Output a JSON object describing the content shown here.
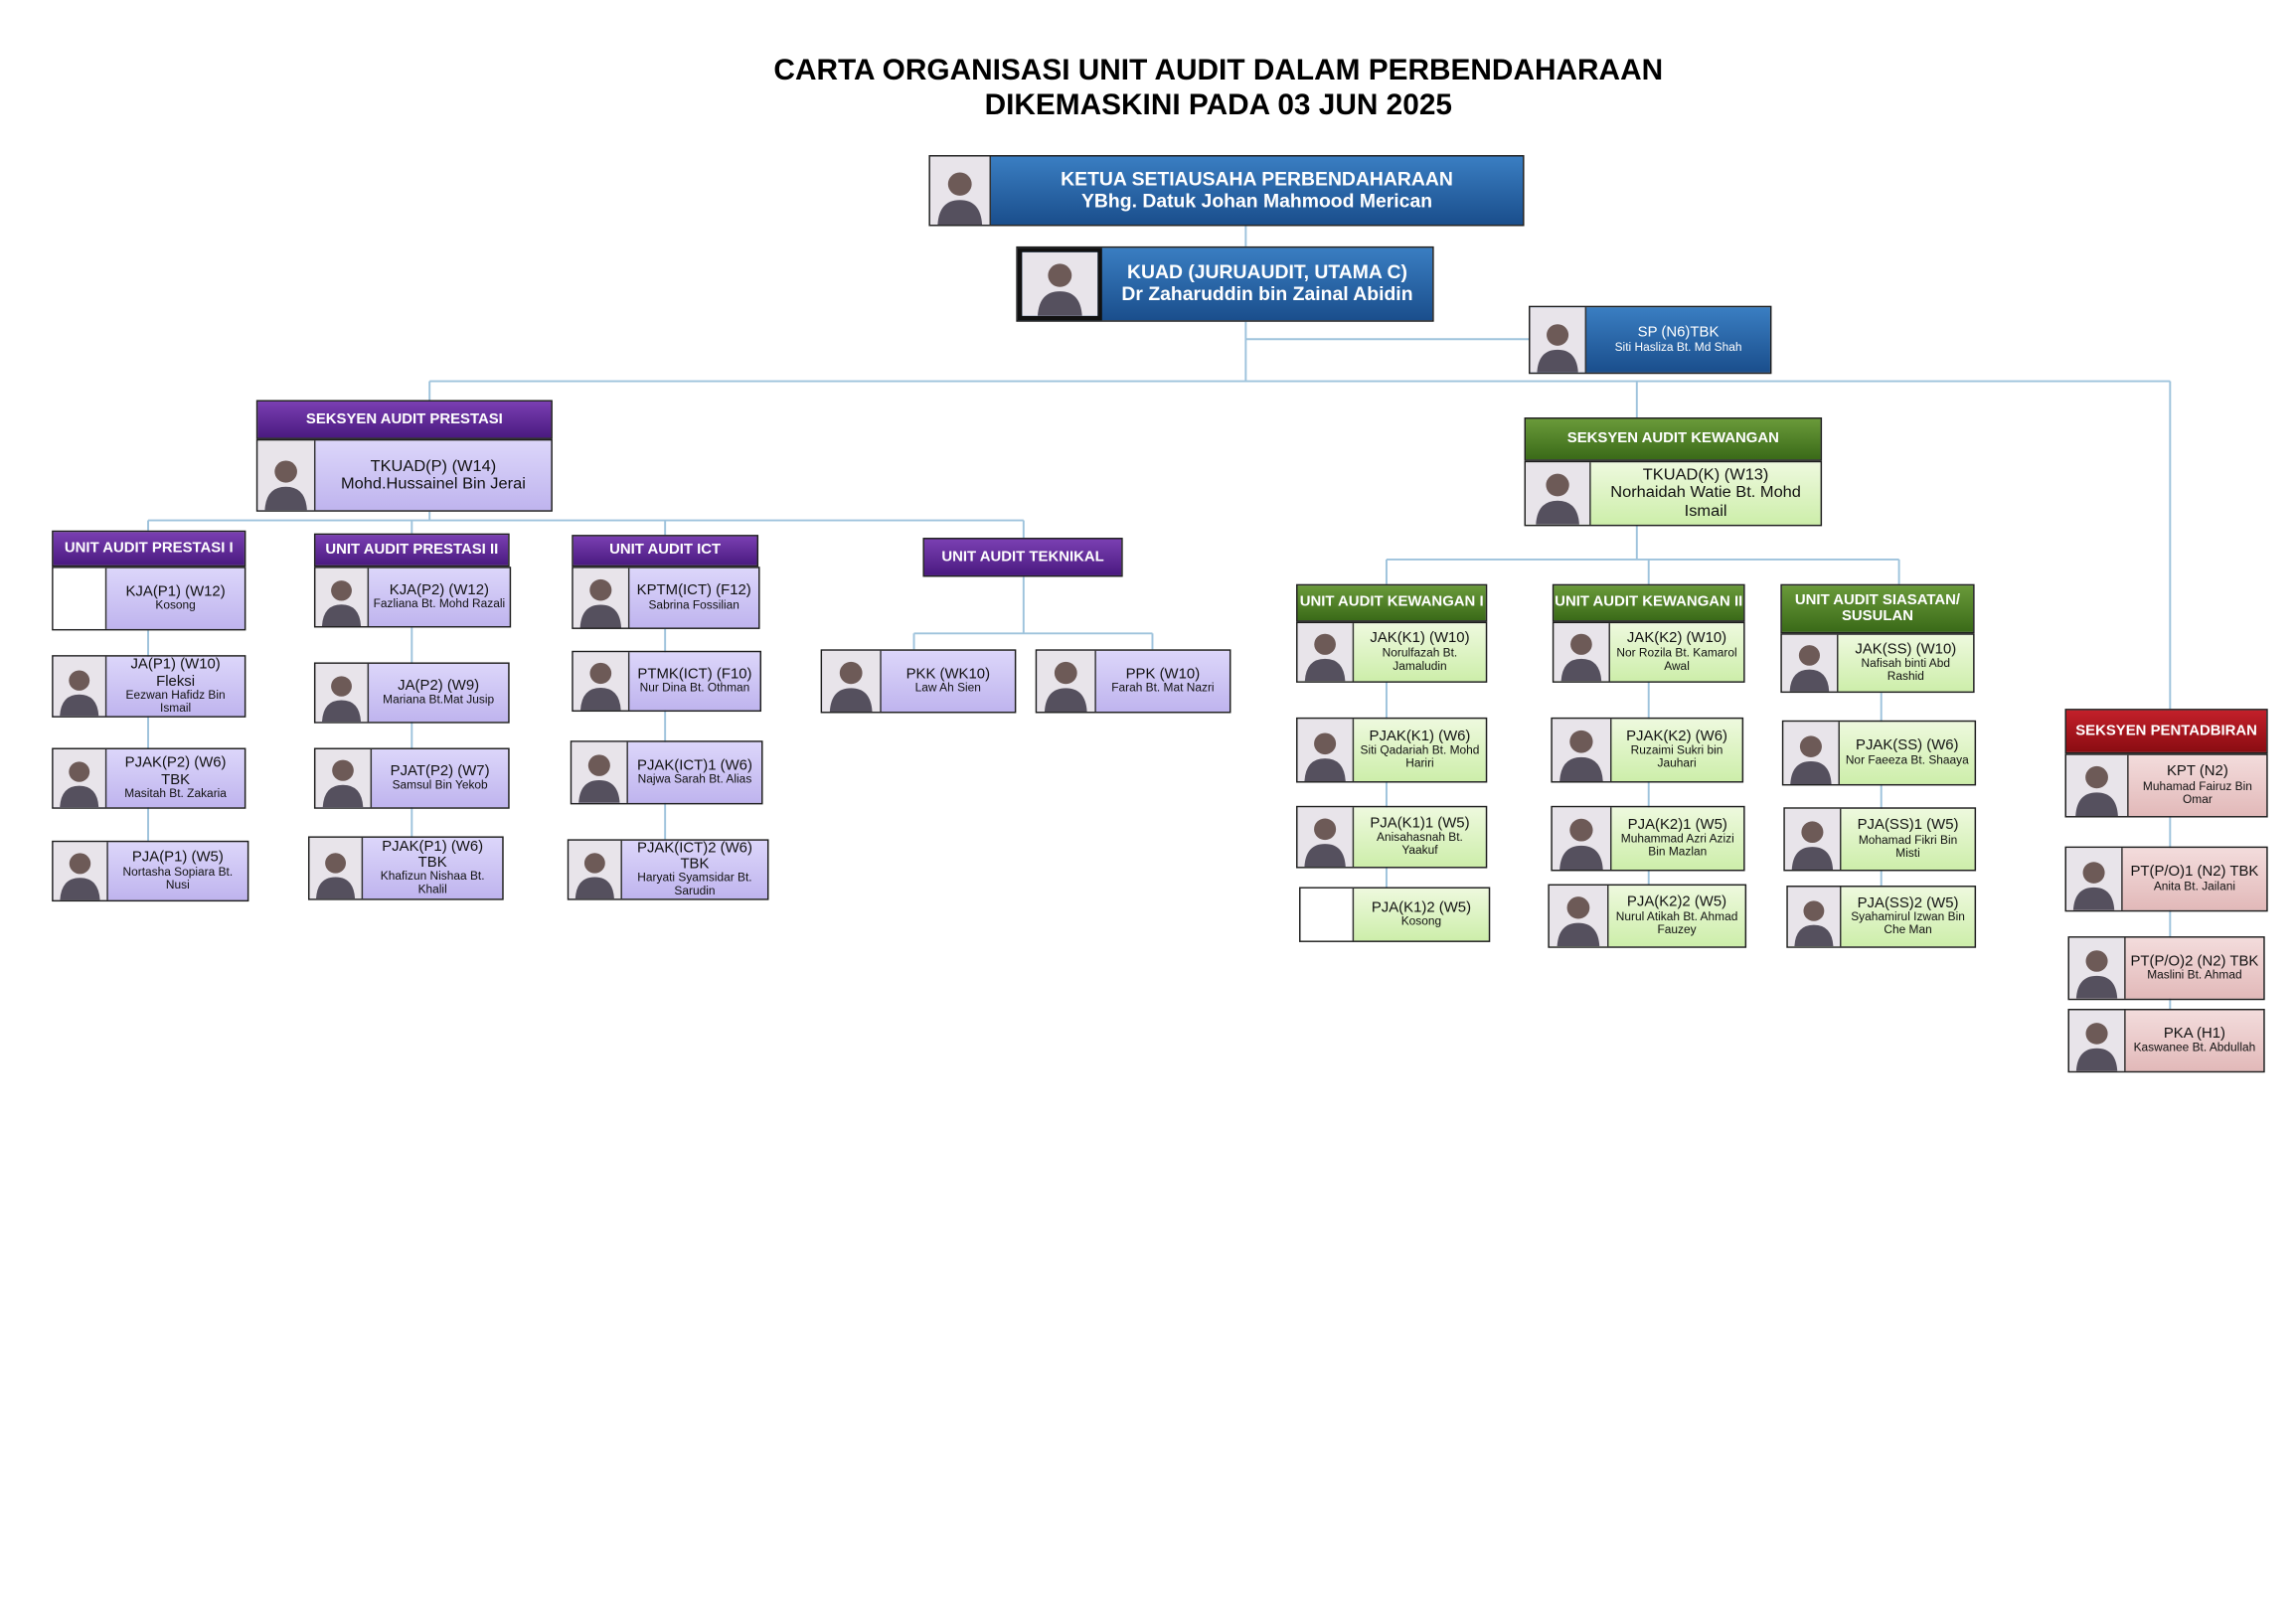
{
  "title": {
    "line1": "CARTA ORGANISASI UNIT AUDIT DALAM PERBENDAHARAAN",
    "line2": "DIKEMASKINI PADA 03 JUN  2025"
  },
  "top": {
    "ksp": {
      "role": "KETUA SETIAUSAHA PERBENDAHARAAN",
      "name": "YBhg. Datuk Johan Mahmood Merican"
    },
    "kuad": {
      "role": "KUAD (JURUAUDIT, UTAMA C)",
      "name": "Dr Zaharuddin bin Zainal Abidin"
    },
    "sp": {
      "role": "SP (N6)TBK",
      "name": "Siti Hasliza Bt. Md Shah"
    }
  },
  "prestasi": {
    "header": "SEKSYEN AUDIT PRESTASI",
    "head": {
      "role": "TKUAD(P) (W14)",
      "name": "Mohd.Hussainel Bin Jerai"
    },
    "units": [
      {
        "header": "UNIT AUDIT PRESTASI I",
        "people": [
          {
            "role": "KJA(P1) (W12)",
            "name": "Kosong"
          },
          {
            "role": "JA(P1) (W10) Fleksi",
            "name": "Eezwan Hafidz Bin Ismail"
          },
          {
            "role": "PJAK(P2) (W6) TBK",
            "name": "Masitah Bt. Zakaria"
          },
          {
            "role": "PJA(P1) (W5)",
            "name": "Nortasha Sopiara Bt. Nusi"
          }
        ]
      },
      {
        "header": "UNIT AUDIT PRESTASI II",
        "people": [
          {
            "role": "KJA(P2) (W12)",
            "name": "Fazliana Bt. Mohd Razali"
          },
          {
            "role": "JA(P2) (W9)",
            "name": "Mariana Bt.Mat Jusip"
          },
          {
            "role": "PJAT(P2) (W7)",
            "name": "Samsul Bin Yekob"
          },
          {
            "role": "PJAK(P1) (W6) TBK",
            "name": "Khafizun Nishaa Bt. Khalil"
          }
        ]
      },
      {
        "header": "UNIT AUDIT ICT",
        "people": [
          {
            "role": "KPTM(ICT) (F12)",
            "name": "Sabrina Fossilian"
          },
          {
            "role": "PTMK(ICT) (F10)",
            "name": "Nur Dina Bt. Othman"
          },
          {
            "role": "PJAK(ICT)1 (W6)",
            "name": "Najwa Sarah Bt. Alias"
          },
          {
            "role": "PJAK(ICT)2  (W6) TBK",
            "name": "Haryati Syamsidar Bt. Sarudin"
          }
        ]
      },
      {
        "header": "UNIT AUDIT TEKNIKAL",
        "people": [
          {
            "role": "PKK (WK10)",
            "name": "Law Ah Sien"
          },
          {
            "role": "PPK (W10)",
            "name": "Farah Bt. Mat Nazri"
          }
        ]
      }
    ]
  },
  "kewangan": {
    "header": "SEKSYEN AUDIT KEWANGAN",
    "head": {
      "role": "TKUAD(K) (W13)",
      "name": "Norhaidah Watie Bt. Mohd Ismail"
    },
    "units": [
      {
        "header": "UNIT AUDIT KEWANGAN I",
        "people": [
          {
            "role": "JAK(K1) (W10)",
            "name": "Norulfazah Bt. Jamaludin"
          },
          {
            "role": "PJAK(K1) (W6)",
            "name": "Siti Qadariah Bt. Mohd Hariri"
          },
          {
            "role": "PJA(K1)1 (W5)",
            "name": "Anisahasnah Bt. Yaakuf"
          },
          {
            "role": "PJA(K1)2 (W5)",
            "name": "Kosong"
          }
        ]
      },
      {
        "header": "UNIT AUDIT KEWANGAN II",
        "people": [
          {
            "role": "JAK(K2) (W10)",
            "name": "Nor Rozila Bt. Kamarol Awal"
          },
          {
            "role": "PJAK(K2) (W6)",
            "name": "Ruzaimi Sukri bin Jauhari"
          },
          {
            "role": "PJA(K2)1 (W5)",
            "name": "Muhammad Azri Azizi Bin Mazlan"
          },
          {
            "role": "PJA(K2)2 (W5)",
            "name": "Nurul Atikah Bt. Ahmad Fauzey"
          }
        ]
      },
      {
        "header": "UNIT AUDIT SIASATAN/ SUSULAN",
        "people": [
          {
            "role": "JAK(SS) (W10)",
            "name": "Nafisah binti Abd Rashid"
          },
          {
            "role": "PJAK(SS) (W6)",
            "name": "Nor Faeeza Bt. Shaaya"
          },
          {
            "role": "PJA(SS)1 (W5)",
            "name": "Mohamad Fikri Bin Misti"
          },
          {
            "role": "PJA(SS)2 (W5)",
            "name": "Syahamirul Izwan Bin Che Man"
          }
        ]
      }
    ]
  },
  "pentadbiran": {
    "header": "SEKSYEN PENTADBIRAN",
    "people": [
      {
        "role": "KPT (N2)",
        "name": "Muhamad Fairuz Bin Omar"
      },
      {
        "role": "PT(P/O)1 (N2) TBK",
        "name": "Anita Bt. Jailani"
      },
      {
        "role": "PT(P/O)2 (N2) TBK",
        "name": "Maslini Bt. Ahmad"
      },
      {
        "role": "PKA (H1)",
        "name": "Kaswanee Bt. Abdullah"
      }
    ]
  },
  "colors": {
    "connector": "#9ec3dc",
    "purple_header": "#5b2a92",
    "green_header": "#4b7d27",
    "red_header": "#a3121b",
    "blue_box": "#1f5fa3"
  }
}
